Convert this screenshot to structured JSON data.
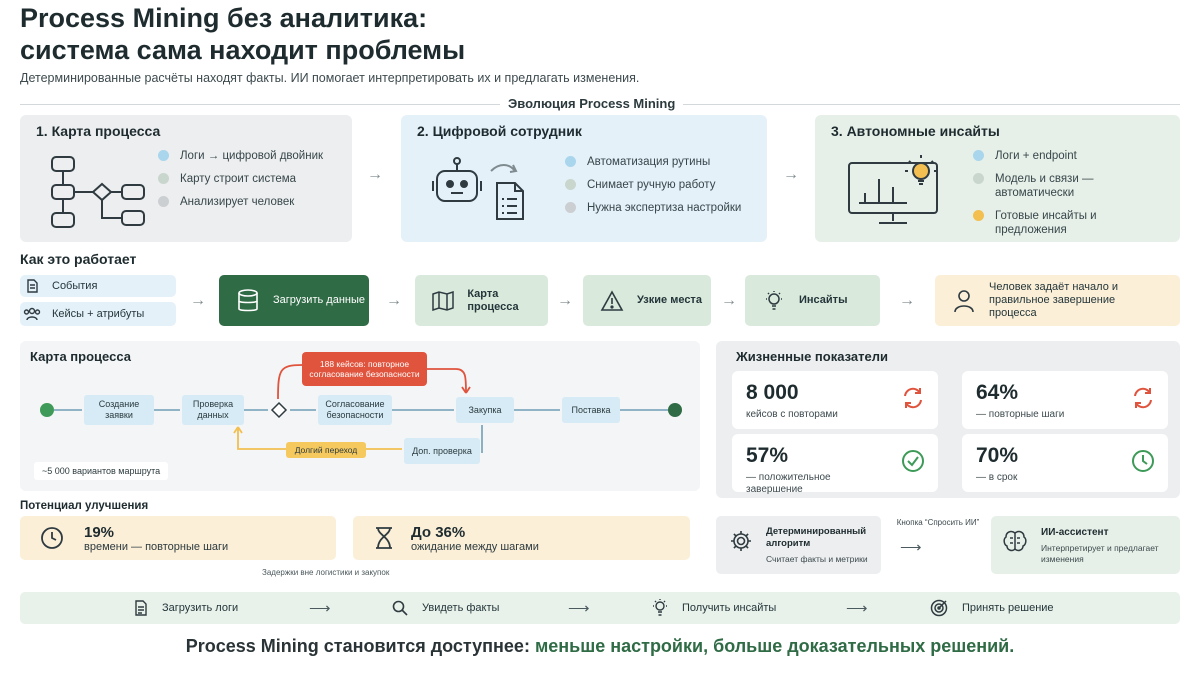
{
  "title": {
    "line1": "Process Mining без аналитика:",
    "line2": "система сама находит проблемы"
  },
  "subtitle": "Детерминированные расчёты находят факты. ИИ помогает интерпретировать их и предлагать изменения.",
  "evolution": {
    "label": "Эволюция Process Mining",
    "stages": [
      {
        "title": "1. Карта процесса",
        "icon": "flowchart-icon",
        "items": [
          {
            "text": "Логи → цифровой двойник",
            "color": "#a9d6ec"
          },
          {
            "text": "Карту строит система",
            "color": "#c9d6cd"
          },
          {
            "text": "Анализирует человек",
            "color": "#cccfd1"
          }
        ]
      },
      {
        "title": "2. Цифровой сотрудник",
        "icon": "robot-icon",
        "items": [
          {
            "text": "Автоматизация рутины",
            "color": "#a9d6ec"
          },
          {
            "text": "Снимает ручную работу",
            "color": "#c9d6cd"
          },
          {
            "text": "Нужна экспертиза настройки",
            "color": "#cccfd1"
          }
        ]
      },
      {
        "title": "3. Автономные инсайты",
        "icon": "monitor-insight-icon",
        "items": [
          {
            "text": "Логи + endpoint",
            "color": "#a9d6ec"
          },
          {
            "text": "Модель и связи — автоматически",
            "color": "#c9d6cd"
          },
          {
            "text": "Готовые инсайты и предложения",
            "color": "#f2bf50"
          }
        ]
      }
    ]
  },
  "how": {
    "heading": "Как это работает",
    "inputs": [
      "События",
      "Кейсы + атрибуты"
    ],
    "steps": [
      "Загрузить данные",
      "Карта процесса",
      "Узкие места",
      "Инсайты"
    ],
    "human": "Человек задаёт начало и правильное завершение процесса"
  },
  "process_map": {
    "heading": "Карта процесса",
    "nodes": [
      "Создание заявки",
      "Проверка данных",
      "Согласование безопасности",
      "Закупка",
      "Поставка",
      "Доп. проверка"
    ],
    "callout_red": "188 кейсов: повторное согласование безопасности",
    "callout_yellow": "Долгий переход",
    "variants": "~5 000 вариантов маршрута"
  },
  "vitals": {
    "heading": "Жизненные показатели",
    "metrics": [
      {
        "value": "8 000",
        "label": "кейсов с повторами",
        "icon": "repeat-icon",
        "color": "#e0533d"
      },
      {
        "value": "64%",
        "label": "— повторные шаги",
        "icon": "repeat-icon",
        "color": "#e0533d"
      },
      {
        "value": "57%",
        "label": "— положительное завершение",
        "icon": "check-circle-icon",
        "color": "#3e9a58"
      },
      {
        "value": "70%",
        "label": "— в срок",
        "icon": "clock-icon",
        "color": "#3e9a58"
      }
    ]
  },
  "potential": {
    "heading": "Потенциал улучшения",
    "items": [
      {
        "value": "19%",
        "label": "времени — повторные шаги",
        "icon": "clock-icon"
      },
      {
        "value": "До 36%",
        "label": "ожидание между шагами",
        "icon": "hourglass-icon"
      }
    ],
    "note": "Задержки вне логистики и закупок"
  },
  "ai": {
    "algo_title": "Детерминированный алгоритм",
    "algo_sub": "Считает факты и метрики",
    "button_caption": "Кнопка “Спросить ИИ”",
    "assistant_title": "ИИ-ассистент",
    "assistant_sub": "Интерпретирует и предлагает изменения"
  },
  "flow": [
    "Загрузить логи",
    "Увидеть факты",
    "Получить инсайты",
    "Принять решение"
  ],
  "footer": {
    "part1": "Process Mining становится доступнее: ",
    "part2": "меньше настройки, больше доказательных решений."
  },
  "colors": {
    "stage1_bg": "#eceeef",
    "stage2_bg": "#e4f1f9",
    "stage3_bg": "#e6f0e8",
    "green_dark": "#2f6b45",
    "red": "#e0533d",
    "yellow": "#f2bf50"
  }
}
